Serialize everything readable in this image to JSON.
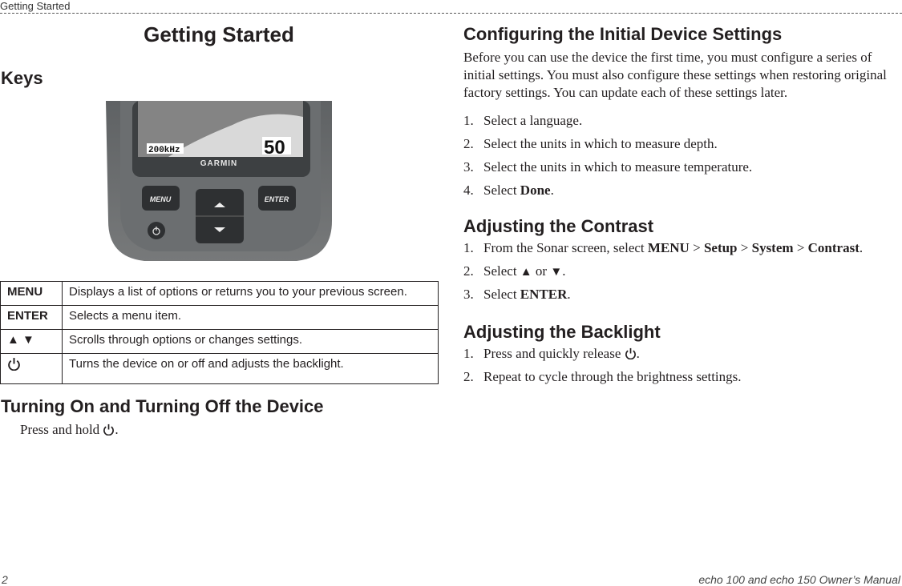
{
  "running_head": "Getting Started",
  "page_title": "Getting Started",
  "left": {
    "keys_heading": "Keys",
    "device_image": {
      "frequency_label": "200kHz",
      "depth_value": "50",
      "brand": "GARMIN",
      "menu_button": "MENU",
      "enter_button": "ENTER"
    },
    "keys_table": [
      {
        "key": "MENU",
        "description": "Displays a list of options or returns you to your previous screen."
      },
      {
        "key": "ENTER",
        "description": "Selects a menu item."
      },
      {
        "key": "▲ ▼",
        "description": "Scrolls through options or changes settings."
      },
      {
        "key": "power-icon",
        "description": "Turns the device on or off and adjusts the backlight."
      }
    ],
    "turning_heading": "Turning On and Turning Off the Device",
    "turning_text": "Press and hold",
    "turning_end": "."
  },
  "right": {
    "config_heading": "Configuring the Initial Device Settings",
    "config_intro": "Before you can use the device the first time, you must configure a series of initial settings. You must also configure these settings when restoring original factory settings. You can update each of these settings later.",
    "config_steps": [
      {
        "n": "1.",
        "text": "Select a language."
      },
      {
        "n": "2.",
        "text": "Select the units in which to measure depth."
      },
      {
        "n": "3.",
        "text": "Select the units in which to measure temperature."
      },
      {
        "n": "4.",
        "text": "Select ",
        "bold": "Done",
        "end": "."
      }
    ],
    "contrast_heading": "Adjusting the Contrast",
    "contrast_steps": [
      {
        "n": "1.",
        "pre": "From the Sonar screen, select ",
        "b1": "MENU",
        "b2": "Setup",
        "b3": "System",
        "b4": "Contrast",
        "sep": " > ",
        "end": "."
      },
      {
        "n": "2.",
        "pre": "Select ",
        "up": "▲",
        "mid": " or ",
        "down": "▼",
        "end": "."
      },
      {
        "n": "3.",
        "pre": "Select ",
        "bold": "ENTER",
        "end": "."
      }
    ],
    "backlight_heading": "Adjusting the Backlight",
    "backlight_steps": [
      {
        "n": "1.",
        "pre": "Press and quickly release ",
        "end": "."
      },
      {
        "n": "2.",
        "text": "Repeat to cycle through the brightness settings."
      }
    ]
  },
  "footer": {
    "page_number": "2",
    "manual_title": "echo 100 and echo 150 Owner’s Manual"
  }
}
